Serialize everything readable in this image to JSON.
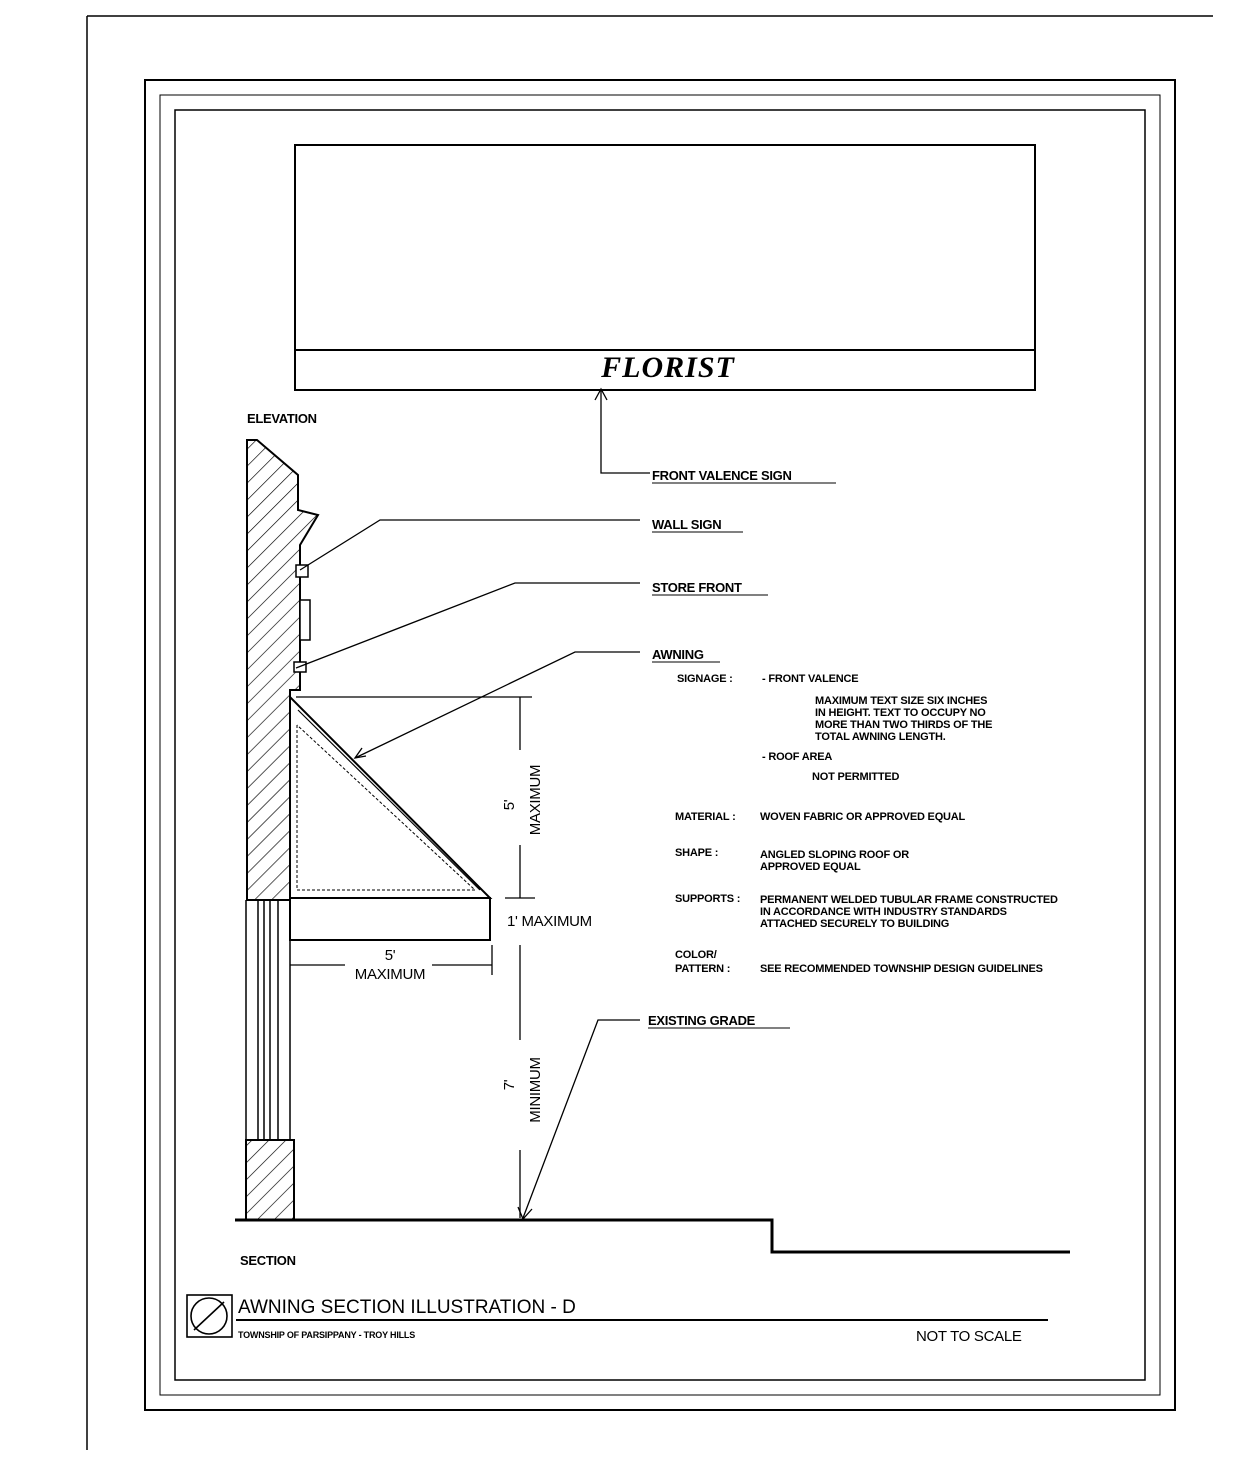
{
  "elevation": {
    "view_label": "ELEVATION",
    "valence_text": "FLORIST"
  },
  "callouts": {
    "front_valence_sign": "FRONT VALENCE SIGN",
    "wall_sign": "WALL SIGN",
    "store_front": "STORE FRONT",
    "awning": "AWNING",
    "existing_grade": "EXISTING GRADE"
  },
  "dimensions": {
    "awning_height_value": "5'",
    "awning_height_qualifier": "MAXIMUM",
    "valence_height": "1' MAXIMUM",
    "projection_value": "5'",
    "projection_qualifier": "MAXIMUM",
    "clearance_value": "7'",
    "clearance_qualifier": "MINIMUM"
  },
  "notes": {
    "signage": {
      "label": "SIGNAGE :",
      "front_valence_label": "- FRONT VALENCE",
      "front_valence_lines": [
        "MAXIMUM TEXT SIZE SIX INCHES",
        "IN HEIGHT.  TEXT TO OCCUPY NO",
        "MORE THAN TWO THIRDS OF THE",
        "TOTAL AWNING LENGTH."
      ],
      "roof_area_label": "- ROOF AREA",
      "roof_area_value": "NOT PERMITTED"
    },
    "material": {
      "label": "MATERIAL :",
      "lines": [
        "WOVEN FABRIC OR APPROVED EQUAL"
      ]
    },
    "shape": {
      "label": "SHAPE :",
      "lines": [
        "ANGLED SLOPING ROOF OR",
        "APPROVED EQUAL"
      ]
    },
    "supports": {
      "label": "SUPPORTS :",
      "lines": [
        "PERMANENT WELDED TUBULAR FRAME CONSTRUCTED",
        "IN ACCORDANCE WITH INDUSTRY STANDARDS",
        "ATTACHED SECURELY TO BUILDING"
      ]
    },
    "color_pattern": {
      "label_1": "COLOR/",
      "label_2": "PATTERN :",
      "lines": [
        "SEE RECOMMENDED TOWNSHIP DESIGN GUIDELINES"
      ]
    }
  },
  "section_label": "SECTION",
  "title_block": {
    "title": "AWNING SECTION ILLUSTRATION - D",
    "subtitle": "TOWNSHIP OF PARSIPPANY - TROY HILLS",
    "scale_note": "NOT TO SCALE"
  }
}
